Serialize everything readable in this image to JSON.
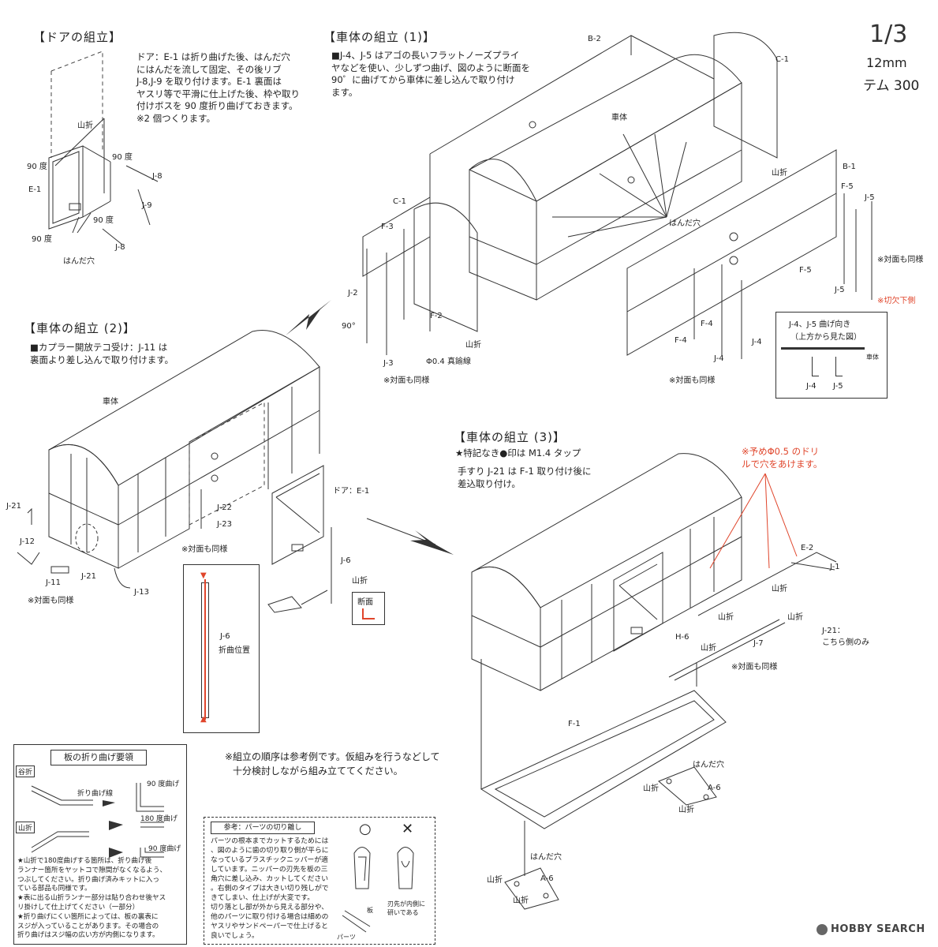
{
  "header": {
    "page": "1/3",
    "scale": "12mm",
    "model": "テム 300"
  },
  "door_section": {
    "title": "【ドアの組立】",
    "text": [
      "ドア：E-1 は折り曲げた後、はんだ穴",
      "にはんだを流して固定、その後リブ",
      "J-8,J-9 を取り付けます。E-1 裏面は",
      "ヤスリ等で平滑に仕上げた後、枠や取り",
      "付けボスを 90 度折り曲げておきます。",
      "※2 個つくります。"
    ],
    "labels": {
      "yamaori": "山折",
      "deg90": "90 度",
      "e1": "E-1",
      "j8": "J-8",
      "j9": "J-9",
      "handa": "はんだ穴"
    }
  },
  "body1": {
    "title": "【車体の組立 (1)】",
    "text": [
      "■J-4、J-5 はアゴの長いフラットノーズプライ",
      "ヤなどを使い、少しずつ曲げ、図のように断面を",
      "90゜に曲げてから車体に差し込んで取り付け",
      "ます。"
    ],
    "labels": {
      "b2": "B-2",
      "c1": "C-1",
      "shatai": "車体",
      "yamaori": "山折",
      "b1": "B-1",
      "f5": "F-5",
      "j5": "J-5",
      "handa": "はんだ穴",
      "f3": "F-3",
      "j2": "J-2",
      "deg90": "90°",
      "j3": "J-3",
      "f2": "F-2",
      "shingchu": "Φ0.4 真鍮線",
      "f4": "F-4",
      "j4": "J-4",
      "taimen": "※対面も同様",
      "taimen_cut": "※対面も同様",
      "kirikake": "※切欠下側"
    },
    "bend_box": {
      "title": "J-4、J-5 曲げ向き",
      "subtitle": "（上方から見た図）",
      "shatai": "車体",
      "j4": "J-4",
      "j5": "J-5"
    }
  },
  "body2": {
    "title": "【車体の組立 (2)】",
    "text": [
      "■カプラー開放テコ受け：J-11 は",
      "裏面より差し込んで取り付けます。"
    ],
    "labels": {
      "shatai": "車体",
      "door": "ドア：E-1",
      "j21": "J-21",
      "j12": "J-12",
      "j11": "J-11",
      "j13": "J-13",
      "j22": "J-22",
      "j23": "J-23",
      "j6": "J-6",
      "yamaori": "山折",
      "danmen": "断面",
      "taimen": "※対面も同様",
      "taimen2": "※対面も同様"
    },
    "detail": {
      "part": "J-6",
      "caption": "折曲位置"
    }
  },
  "body3": {
    "title": "【車体の組立 (3)】",
    "tap_note": "★特記なき●印は M1.4 タップ",
    "text": [
      "手すり J-21 は F-1 取り付け後に",
      "差込取り付け。"
    ],
    "drill_note": [
      "※予めΦ0.5 のドリ",
      "ルで穴をあけます。"
    ],
    "labels": {
      "e2": "E-2",
      "j1": "J-1",
      "yamaori": "山折",
      "j21": "J-21：",
      "j21_side": "こちら側のみ",
      "h6": "H-6",
      "j7": "J-7",
      "taimen": "※対面も同様",
      "f1": "F-1",
      "handa": "はんだ穴",
      "a6": "A-6"
    }
  },
  "order_note": [
    "※組立の順序は参考例です。仮組みを行うなどして",
    "十分検討しながら組み立ててください。"
  ],
  "bend_guide": {
    "title": "板の折り曲げ要領",
    "tanioriTag": "谷折",
    "yamaoriTag": "山折",
    "line_label": "折り曲げ線",
    "deg90a": "90 度曲げ",
    "deg180": "180 度曲げ",
    "deg90b": "90 度曲げ",
    "notes": [
      "★山折で180度曲げする箇所は、折り曲げ後",
      "ランナー箇所をヤットコで隙間がなくなるよう、",
      "つぶしてください。折り曲げ済みキットに入っ",
      "ている部品も同様です。",
      "★表に出る山折ランナー部分は貼り合わせ後ヤス",
      "リ掛けして仕上げてください（一部分）",
      "★折り曲げにくい箇所によっては、板の裏表に",
      "スジが入っていることがあります。その場合の",
      "折り曲げはスジ幅の広い方が内側になります。"
    ]
  },
  "cut_guide": {
    "title": "参考：パーツの切り離し",
    "text": [
      "パーツの根本までカットするためには",
      "、図のように歯の切り取り側が平らに",
      "なっているプラスチックニッパーが適",
      "しています。ニッパーの刃先を板の三",
      "角穴に差し込み、カットしてください",
      "。右側のタイプは大きい切り残しがで",
      "きてしまい、仕上げが大変です。",
      "切り落とし部が外から見える部分や、",
      "他のパーツに取り付ける場合は細めの",
      "ヤスリやサンドペーパーで仕上げると",
      "良いでしょう。"
    ],
    "ok": "○",
    "ng": "✕",
    "ita": "板",
    "parts": "パーツ",
    "hasaki": [
      "刃先が内側に",
      "研いである"
    ]
  },
  "watermark": "HOBBY SEARCH",
  "colors": {
    "red": "#e0452b",
    "ink": "#333333"
  }
}
